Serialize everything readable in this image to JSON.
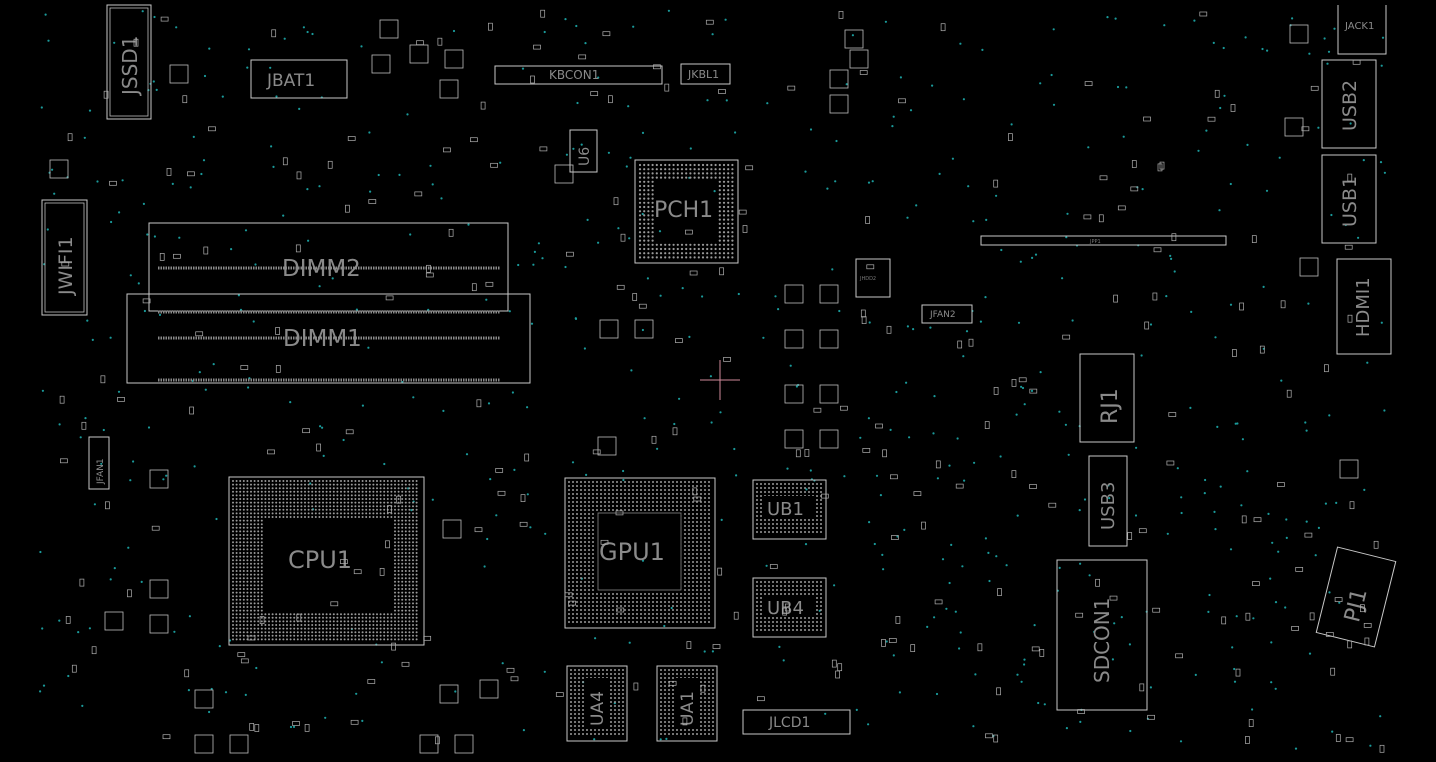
{
  "viewer": {
    "components": {
      "jssd1": "JSSD1",
      "jbat1": "JBAT1",
      "kbcon1": "KBCON1",
      "jkbl1": "JKBL1",
      "jwifi1": "JWIFI1",
      "dimm2": "DIMM2",
      "dimm1": "DIMM1",
      "pch1": "PCH1",
      "u6": "U6",
      "cpu1": "CPU1",
      "gpu1": "GPU1",
      "ub1": "UB1",
      "ub4": "UB4",
      "ua4": "UA4",
      "ua1": "UA1",
      "jlcd1": "JLCD1",
      "jfan1": "JFAN1",
      "jfan2": "JFAN2",
      "jhdd2": "JHDD2",
      "jack1": "JACK1",
      "usb2": "USB2",
      "usb1": "USB1",
      "hdmi1": "HDMI1",
      "rj1": "RJ1",
      "usb3": "USB3",
      "sdcon1": "SDCON1",
      "pj1": "PJ1",
      "jpp1": "JPP1"
    },
    "colors": {
      "background": "#000000",
      "outline": "#c8c8c8",
      "label": "#8a8a8a",
      "via": "#1a9a9a",
      "cursor": "#d08a9a"
    }
  }
}
